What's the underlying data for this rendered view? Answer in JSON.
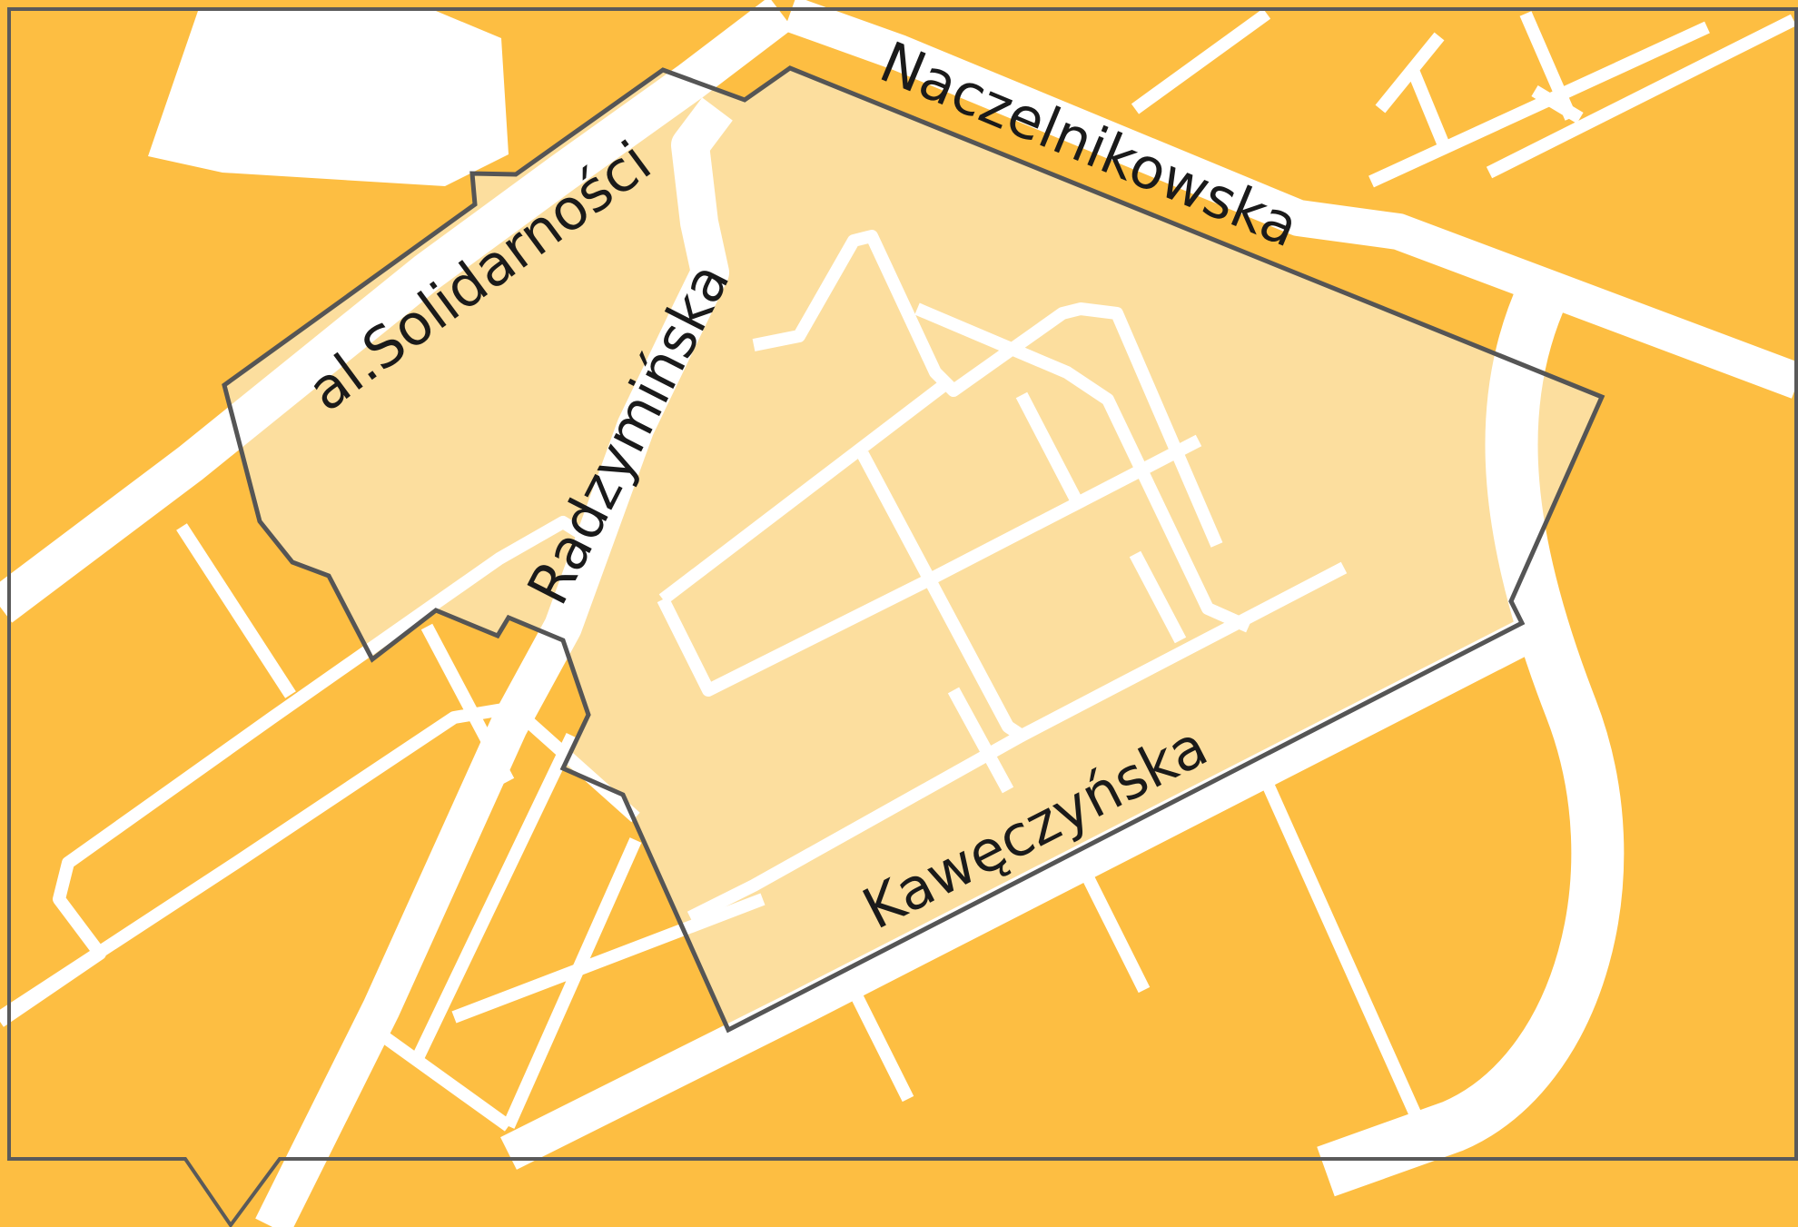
{
  "map": {
    "colors": {
      "background": "#FDBE42",
      "highlight_area": "#FCDE9E",
      "roads": "#FFFFFF",
      "boundary": "#555555",
      "frame": "#5a5a5a",
      "label_text": "#1A1A1A"
    },
    "streets": {
      "naczelnikowska": "Naczelnikowska",
      "solidarnosci": "al.Solidarności",
      "radzyminska": "Radzymińska",
      "kaweczynska": "Kawęczyńska"
    },
    "features": {
      "highlighted_area": "district boundary",
      "callout_pointer": "pin pointer"
    }
  }
}
